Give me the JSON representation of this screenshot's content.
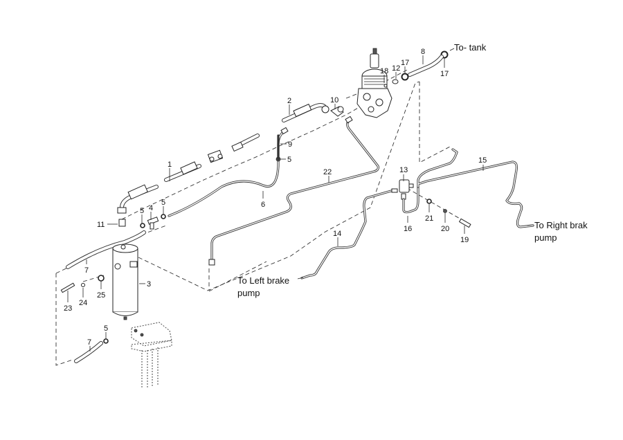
{
  "diagram": {
    "type": "exploded-parts-diagram",
    "subject": "Hydraulic brake line assembly",
    "callouts": {
      "p1": "1",
      "p2": "2",
      "p3": "3",
      "p4": "4",
      "p5a": "5",
      "p5b": "5",
      "p5c": "5",
      "p5d": "5",
      "p6": "6",
      "p7a": "7",
      "p7b": "7",
      "p8": "8",
      "p9": "9",
      "p10": "10",
      "p11": "11",
      "p12": "12",
      "p13": "13",
      "p14": "14",
      "p15": "15",
      "p16": "16",
      "p17a": "17",
      "p17b": "17",
      "p18": "18",
      "p19": "19",
      "p20": "20",
      "p21": "21",
      "p22": "22",
      "p23": "23",
      "p24": "24",
      "p25": "25"
    },
    "notes": {
      "to_tank": "To- tank",
      "to_left_line1": "To Left brake",
      "to_left_line2": "pump",
      "to_right_line1": "To Right brak",
      "to_right_line2": "pump"
    }
  }
}
